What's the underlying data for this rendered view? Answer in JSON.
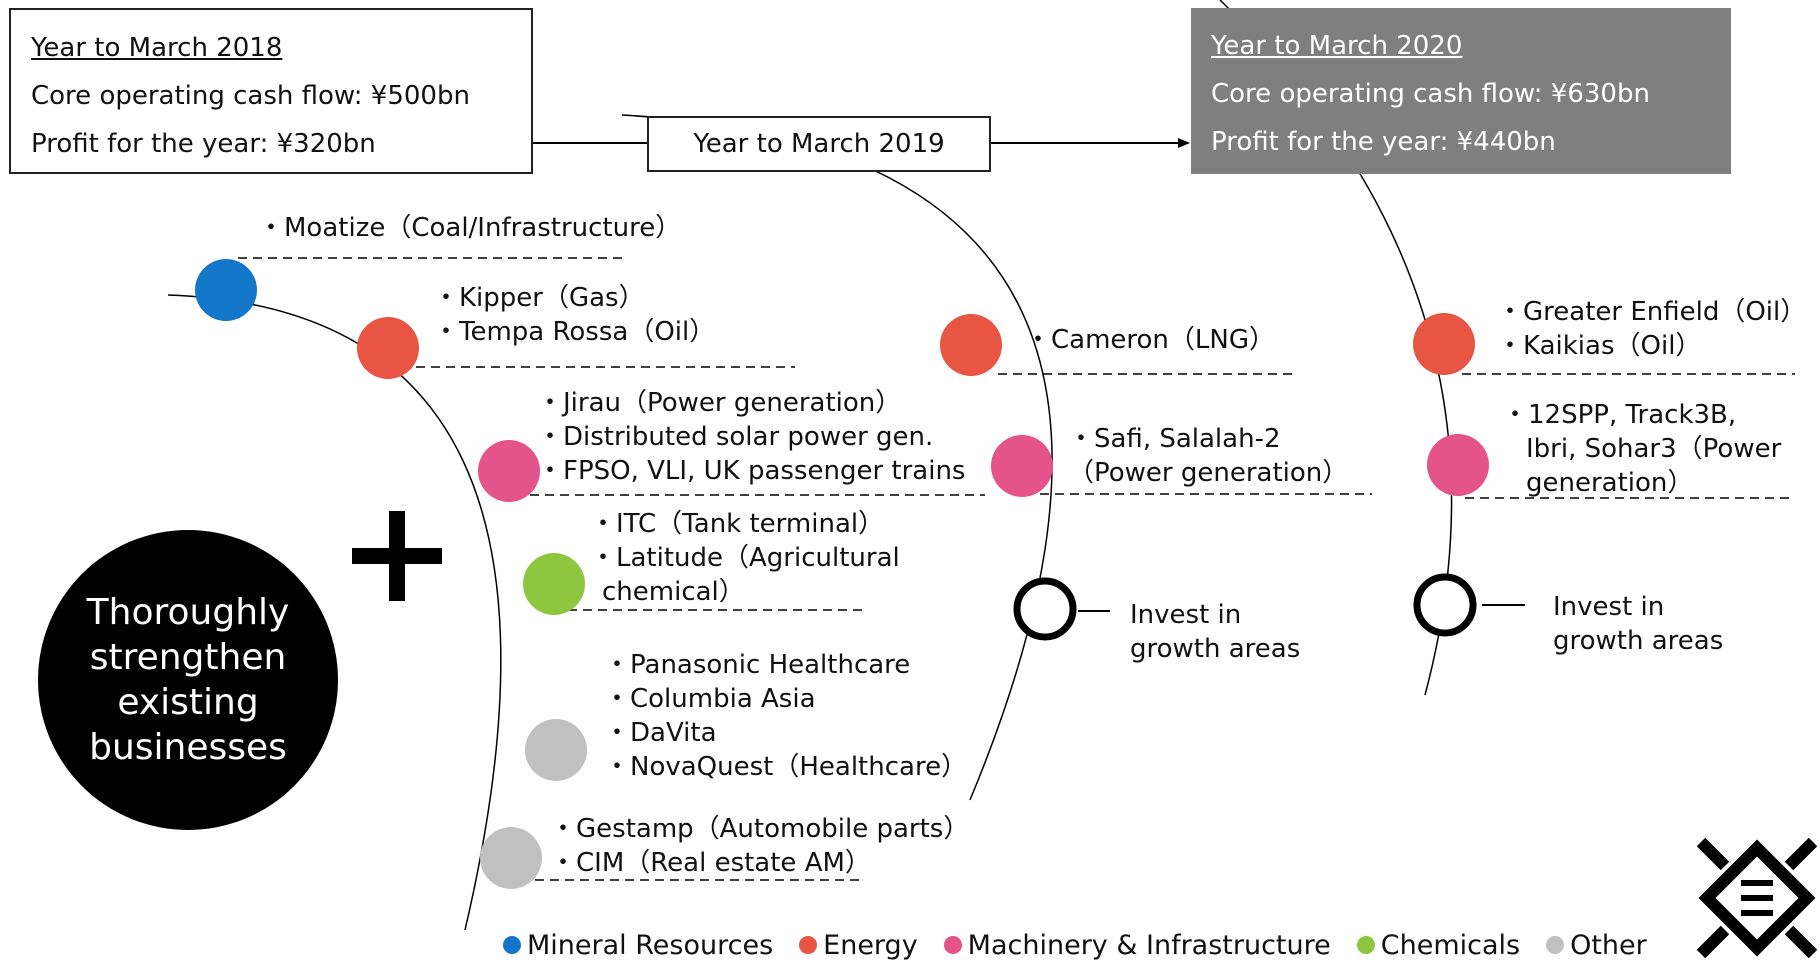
{
  "boxes": {
    "y2018": {
      "heading": "Year to March 2018",
      "cash_flow": "Core operating cash flow: ¥500bn",
      "profit": "Profit for the year: ¥320bn"
    },
    "y2019": {
      "heading": "Year to March 2019"
    },
    "y2020": {
      "heading": "Year to March 2020",
      "cash_flow": "Core operating cash flow: ¥630bn",
      "profit": "Profit for the year: ¥440bn"
    }
  },
  "center_text": [
    "Thoroughly",
    "strengthen",
    "existing",
    "businesses"
  ],
  "colors": {
    "mineral": "#1277c9",
    "energy": "#e85543",
    "machinery": "#e4538a",
    "chemicals": "#8dc63f",
    "other": "#c0c0c0"
  },
  "items_2018": [
    {
      "category": "mineral",
      "lines": [
        "・Moatize（Coal/Infrastructure）"
      ]
    },
    {
      "category": "energy",
      "lines": [
        "・Kipper（Gas）",
        "・Tempa Rossa（Oil）"
      ]
    },
    {
      "category": "machinery",
      "lines": [
        "・Jirau（Power generation）",
        "・Distributed solar power gen.",
        "・FPSO, VLI, UK passenger trains"
      ]
    },
    {
      "category": "chemicals",
      "lines": [
        "・ITC（Tank terminal）",
        "・Latitude（Agricultural",
        "chemical）"
      ]
    },
    {
      "category": "other",
      "lines": [
        "・Panasonic Healthcare",
        "・Columbia Asia",
        "・DaVita",
        "・NovaQuest（Healthcare）"
      ]
    },
    {
      "category": "other",
      "lines": [
        "・Gestamp（Automobile parts）",
        "・CIM（Real estate AM）"
      ]
    }
  ],
  "items_2019": [
    {
      "category": "energy",
      "lines": [
        "・Cameron（LNG）"
      ]
    },
    {
      "category": "machinery",
      "lines": [
        "・Safi, Salalah-2",
        "（Power generation）"
      ]
    },
    {
      "category": "invest",
      "lines": [
        "Invest in",
        "growth areas"
      ]
    }
  ],
  "items_2020": [
    {
      "category": "energy",
      "lines": [
        "・Greater Enfield（Oil）",
        "・Kaikias（Oil）"
      ]
    },
    {
      "category": "machinery",
      "lines": [
        "・12SPP, Track3B,",
        "Ibri, Sohar3（Power",
        "generation）"
      ]
    },
    {
      "category": "invest",
      "lines": [
        "Invest in",
        "growth areas"
      ]
    }
  ],
  "legend": [
    {
      "label": "Mineral Resources",
      "category": "mineral"
    },
    {
      "label": "Energy",
      "category": "energy"
    },
    {
      "label": "Machinery & Infrastructure",
      "category": "machinery"
    },
    {
      "label": "Chemicals",
      "category": "chemicals"
    },
    {
      "label": "Other",
      "category": "other"
    }
  ]
}
